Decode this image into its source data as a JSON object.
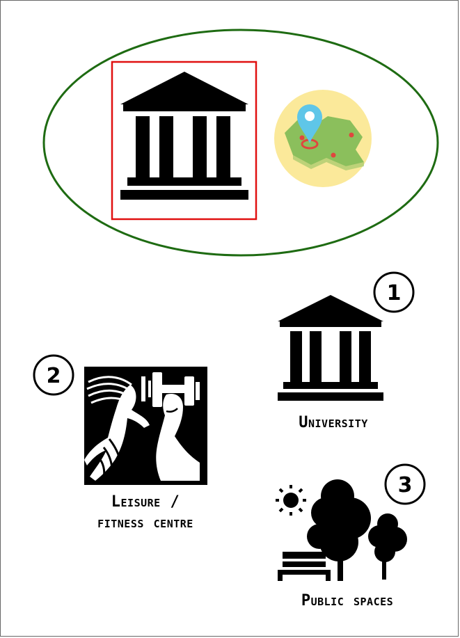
{
  "colors": {
    "ellipse_stroke": "#1e6b12",
    "highlight_box": "#e01010",
    "icon_fill": "#000000",
    "map_bg": "#fbe99a",
    "map_land": "#8bbf5c",
    "map_pin": "#5fc6e8",
    "map_dot": "#e0463e"
  },
  "top_group": {
    "icons": [
      "university-building-icon",
      "map-location-icon"
    ]
  },
  "items": [
    {
      "number": "1",
      "label": "University",
      "icon": "university-building-icon"
    },
    {
      "number": "2",
      "label_line1": "Leisure /",
      "label_line2": "fitness centre",
      "icon": "fitness-runner-icon"
    },
    {
      "number": "3",
      "label": "Public spaces",
      "icon": "park-bench-trees-icon"
    }
  ]
}
